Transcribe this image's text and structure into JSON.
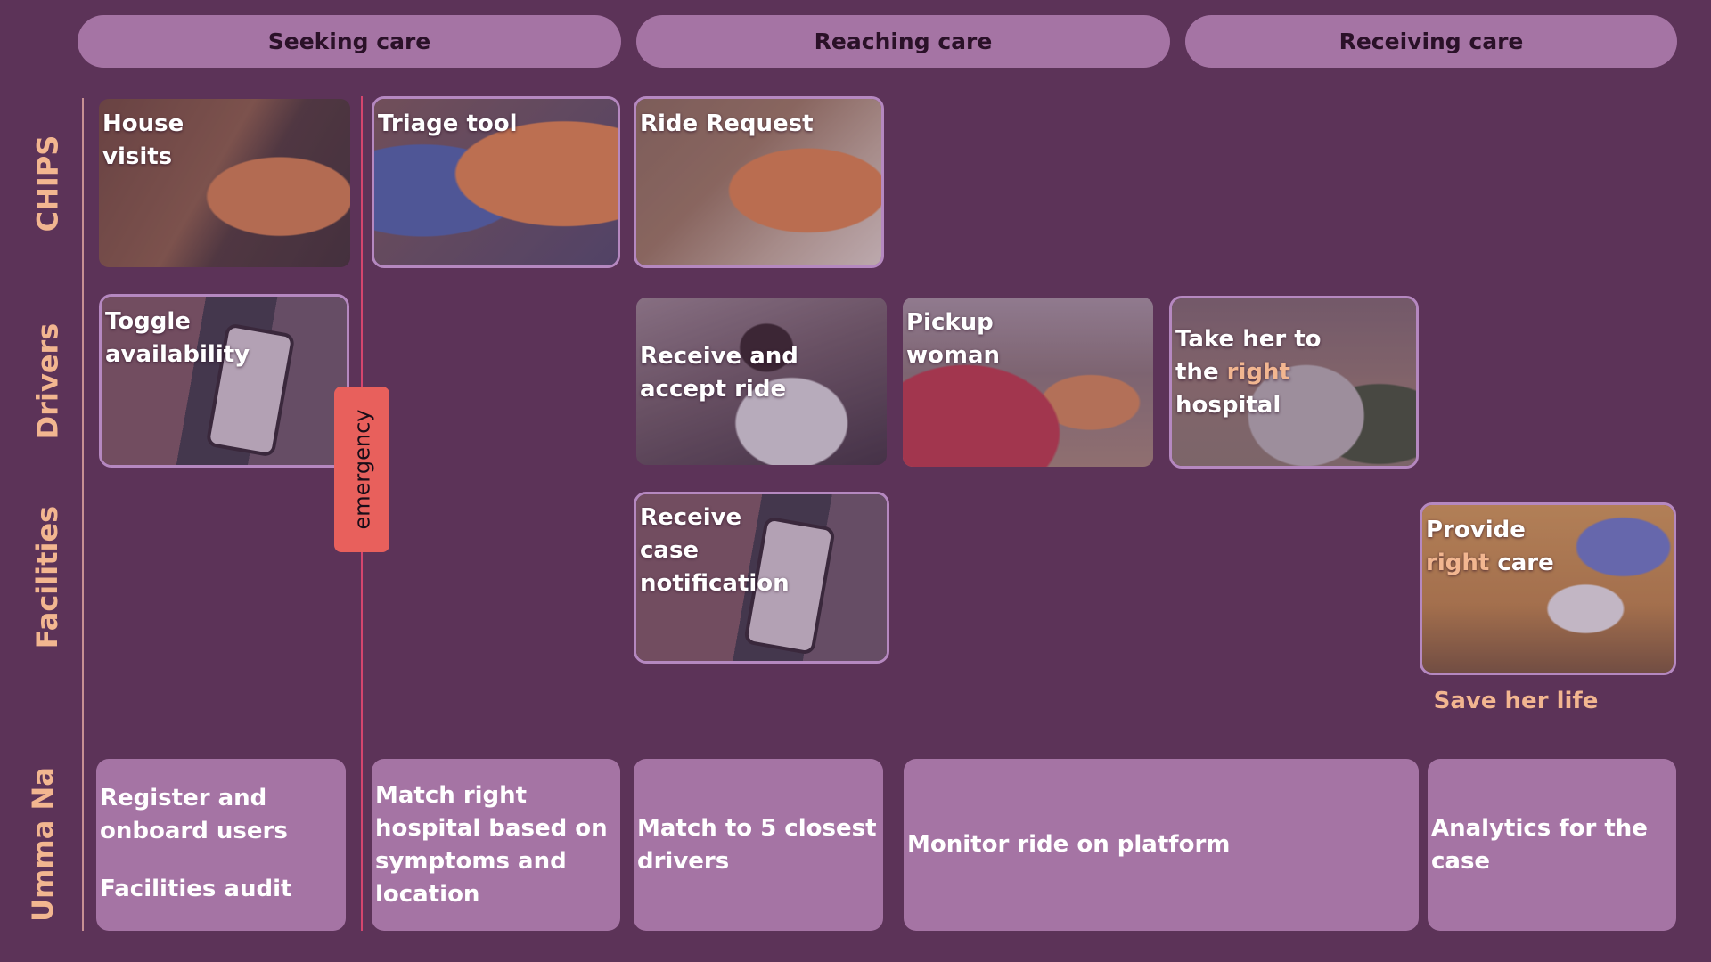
{
  "phases": [
    "Seeking care",
    "Reaching care",
    "Receiving care"
  ],
  "rows": [
    "CHIPS",
    "Drivers",
    "Facilities",
    "Umma Na"
  ],
  "cards": {
    "house_visits": [
      "House",
      "visits"
    ],
    "triage_tool": [
      "Triage tool"
    ],
    "ride_request": [
      "Ride Request"
    ],
    "toggle_availability": [
      "Toggle",
      "availability"
    ],
    "receive_accept": [
      "Receive and",
      "accept ride"
    ],
    "pickup_woman": [
      "Pickup",
      "woman"
    ],
    "take_her": {
      "line1": "Take her to",
      "line2_pre": "the ",
      "line2_hl": "right",
      "line3": "hospital"
    },
    "receive_case": [
      "Receive",
      "case",
      "notification"
    ],
    "provide_care": {
      "line1": "Provide",
      "line2_hl": "right",
      "line2_post": " care"
    }
  },
  "emergency": "emergency",
  "save_her_life": "Save her life",
  "platform": {
    "register": [
      "Register and",
      "onboard users"
    ],
    "audit": "Facilities audit",
    "match_hospital": [
      "Match right",
      "hospital based on",
      "symptoms and",
      "location"
    ],
    "match_drivers": [
      "Match to 5 closest",
      "drivers"
    ],
    "monitor": "Monitor ride on platform",
    "analytics": [
      "Analytics for the",
      "case"
    ]
  },
  "colors": {
    "background": "#5c3358",
    "pill": "#a574a4",
    "label_accent": "#f2b690",
    "emergency": "#e8605c",
    "divider": "#d5456e"
  }
}
